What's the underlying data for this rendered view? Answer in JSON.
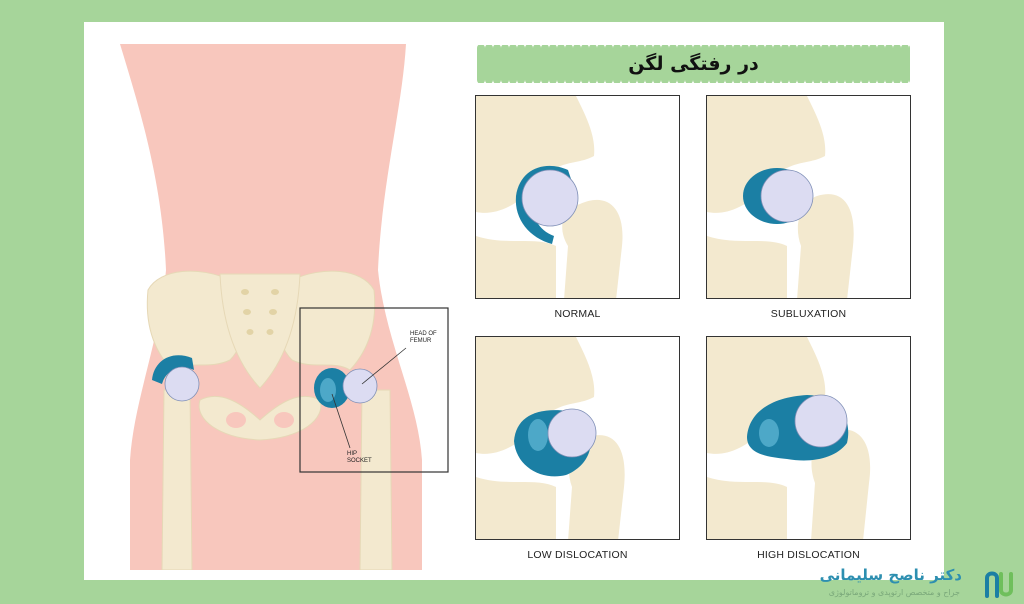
{
  "title": "در رفتگی لگن",
  "panels": [
    {
      "caption": "NORMAL"
    },
    {
      "caption": "SUBLUXATION"
    },
    {
      "caption": "LOW DISLOCATION"
    },
    {
      "caption": "HIGH DISLOCATION"
    }
  ],
  "annotations": {
    "head_of_femur_line1": "HEAD OF",
    "head_of_femur_line2": "FEMUR",
    "hip_socket_line1": "HIP",
    "hip_socket_line2": "SOCKET"
  },
  "brand": {
    "name": "دکتر ناصح سلیمانی",
    "subtitle": "جراح و متخصص ارتوپدی و تروماتولوژی"
  },
  "colors": {
    "background": "#a6d59a",
    "skin": "#f8c7bd",
    "bone": "#f3e9cf",
    "femur_head": "#dcdcf2",
    "socket": "#1b7fa4",
    "accent": "#2d8fb0"
  }
}
